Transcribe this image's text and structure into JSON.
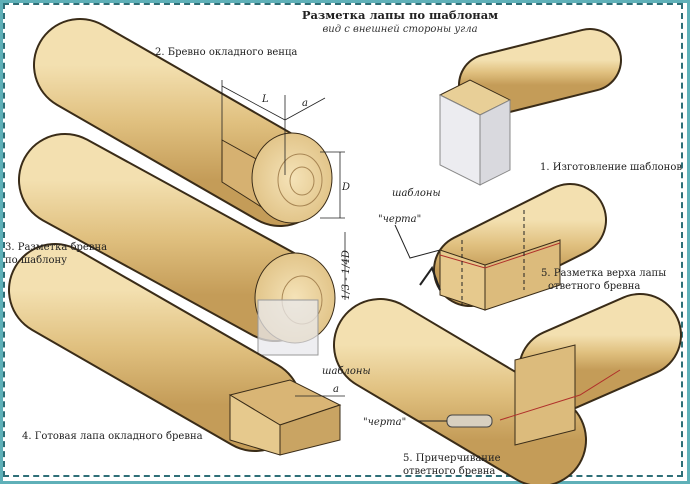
{
  "title": "Разметка лапы по шаблонам",
  "subtitle": "вид с внешней стороны угла",
  "labels": {
    "step2": "2. Бревно окладного венца",
    "dim_L": "L",
    "dim_a": "a",
    "dim_D": "D",
    "step1": "1. Изготовление шаблонов",
    "templates_top": "шаблоны",
    "cherta_top": "\"черта\"",
    "step5a_line1": "5. Разметка верха лапы",
    "step5a_line2": "ответного бревна",
    "step3_line1": "3. Разметка бревна",
    "step3_line2": "по шаблону",
    "depth": "1/3 - 1/4D",
    "templates_mid": "шаблоны",
    "dim_a2": "a",
    "step4": "4. Готовая лапа окладного бревна",
    "cherta_bottom": "\"черта\"",
    "step5b_line1": "5. Причерчивание",
    "step5b_line2": "ответного бревна"
  },
  "colors": {
    "wood": "#e3c68a",
    "wood_dark": "#c9a463",
    "outline": "#3a2c18",
    "mark": "#b0302a"
  }
}
